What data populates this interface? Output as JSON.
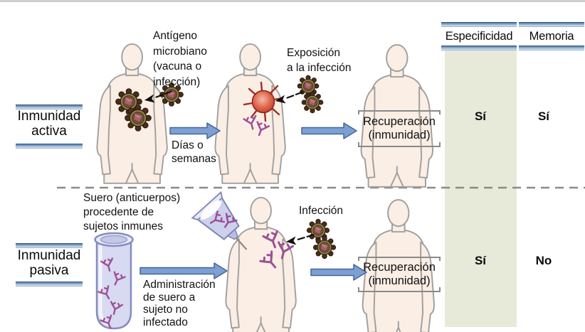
{
  "figure": {
    "type": "immunology-active-vs-passive-diagram",
    "header": {
      "columns": [
        {
          "label": "Especificidad"
        },
        {
          "label": "Memoria"
        }
      ]
    },
    "rows": {
      "active": {
        "label": "Inmunidad\nactiva",
        "antigen_note": "Antígeno\nmicrobiano\n(vacuna o\ninfección)",
        "timeline_note": "Días o\nsemanas",
        "exposure_note": "Exposición\na la infección",
        "recovery_note": "Recuperación\n(inmunidad)",
        "especificidad": "Sí",
        "memoria": "Sí"
      },
      "passive": {
        "label": "Inmunidad\npasiva",
        "serum_note": "Suero (anticuerpos)\nprocedente de\nsujetos inmunes",
        "admin_note": "Administración\nde suero a\nsujeto no\ninfectado",
        "infection_note": "Infección",
        "recovery_note": "Recuperación\n(inmunidad)",
        "especificidad": "Sí",
        "memoria": "No"
      }
    },
    "icons": [
      "person-icon",
      "microbe-icon",
      "antibody-icon",
      "infected-cell-icon",
      "test-tube-icon",
      "syringe-icon",
      "flow-arrow-icon",
      "pointer-arrow-icon"
    ],
    "palette": {
      "arrow_blue": "#7d9fd1",
      "bar_blue_dark": "#54779f",
      "bar_blue_light": "#dbe7f4",
      "green_column": "#e8ead9",
      "antibody_purple": "#9c4f96",
      "microbe_brown": "#4a2d1b",
      "microbe_ring": "#93844c",
      "cell_red": "#c8372a",
      "skin": "#fbeee4",
      "bracket_gray": "#8a8a8a"
    }
  }
}
